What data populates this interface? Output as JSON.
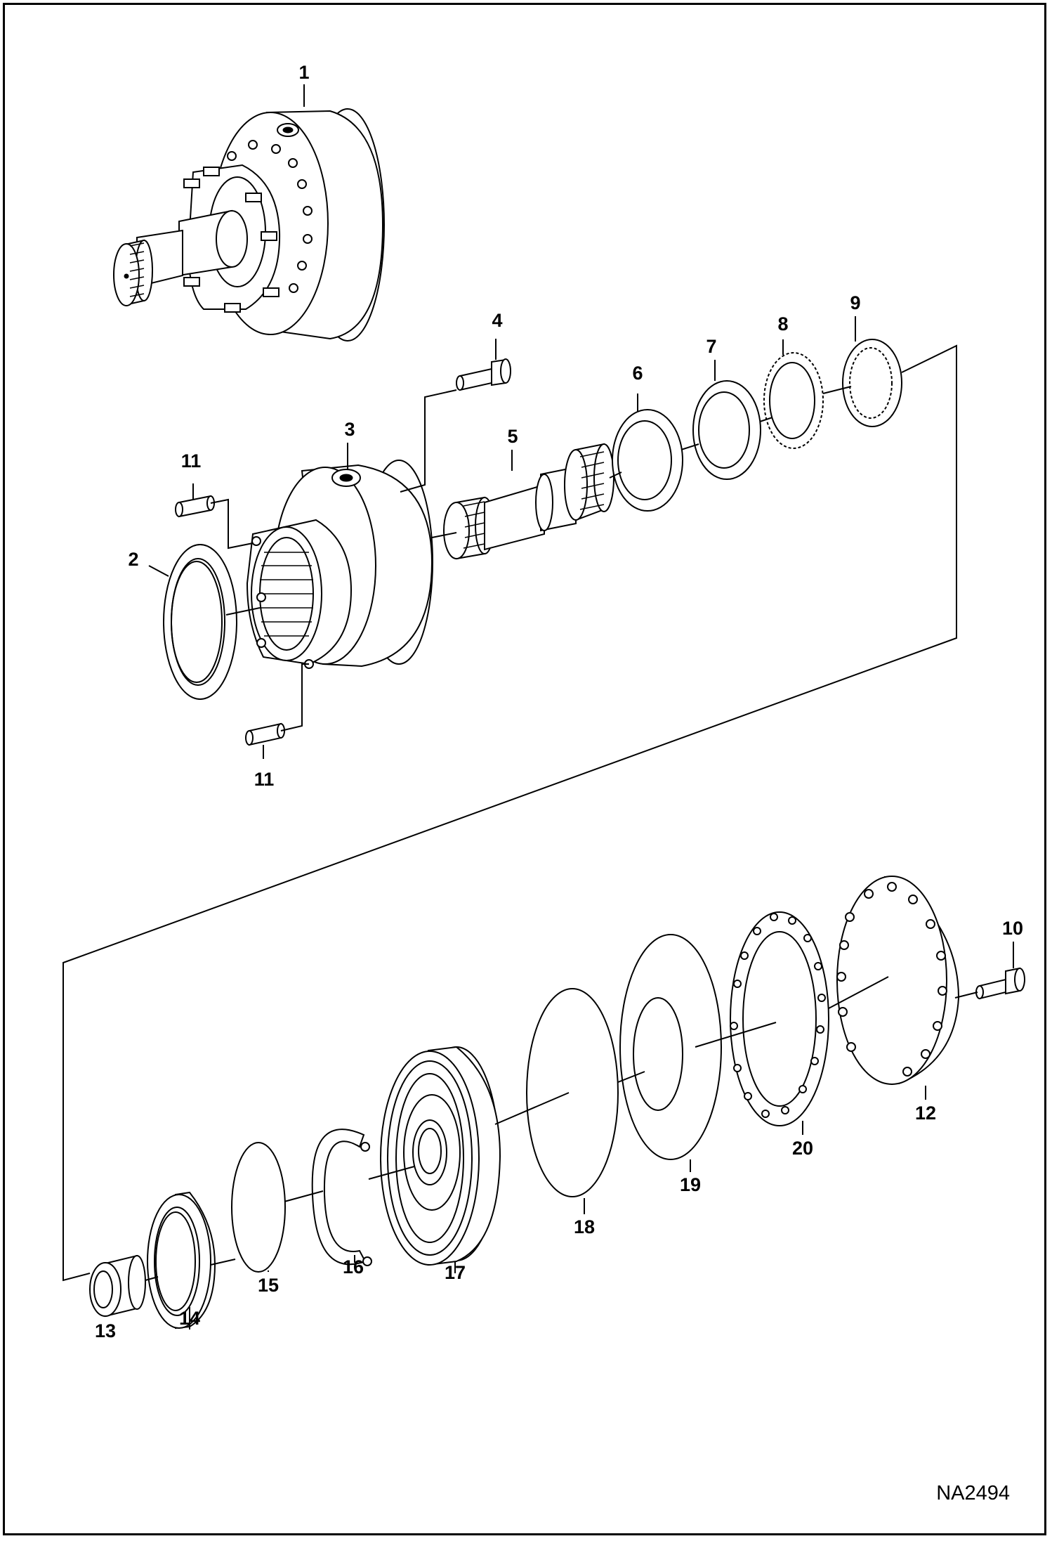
{
  "figure_id": "NA2494",
  "callouts": [
    {
      "id": "c1",
      "label": "1"
    },
    {
      "id": "c2",
      "label": "2"
    },
    {
      "id": "c3",
      "label": "3"
    },
    {
      "id": "c4",
      "label": "4"
    },
    {
      "id": "c5",
      "label": "5"
    },
    {
      "id": "c6",
      "label": "6"
    },
    {
      "id": "c7",
      "label": "7"
    },
    {
      "id": "c8",
      "label": "8"
    },
    {
      "id": "c9",
      "label": "9"
    },
    {
      "id": "c10",
      "label": "10"
    },
    {
      "id": "c11a",
      "label": "11"
    },
    {
      "id": "c11b",
      "label": "11"
    },
    {
      "id": "c12",
      "label": "12"
    },
    {
      "id": "c13",
      "label": "13"
    },
    {
      "id": "c14",
      "label": "14"
    },
    {
      "id": "c15",
      "label": "15"
    },
    {
      "id": "c16",
      "label": "16"
    },
    {
      "id": "c17",
      "label": "17"
    },
    {
      "id": "c18",
      "label": "18"
    },
    {
      "id": "c19",
      "label": "19"
    },
    {
      "id": "c20",
      "label": "20"
    }
  ]
}
